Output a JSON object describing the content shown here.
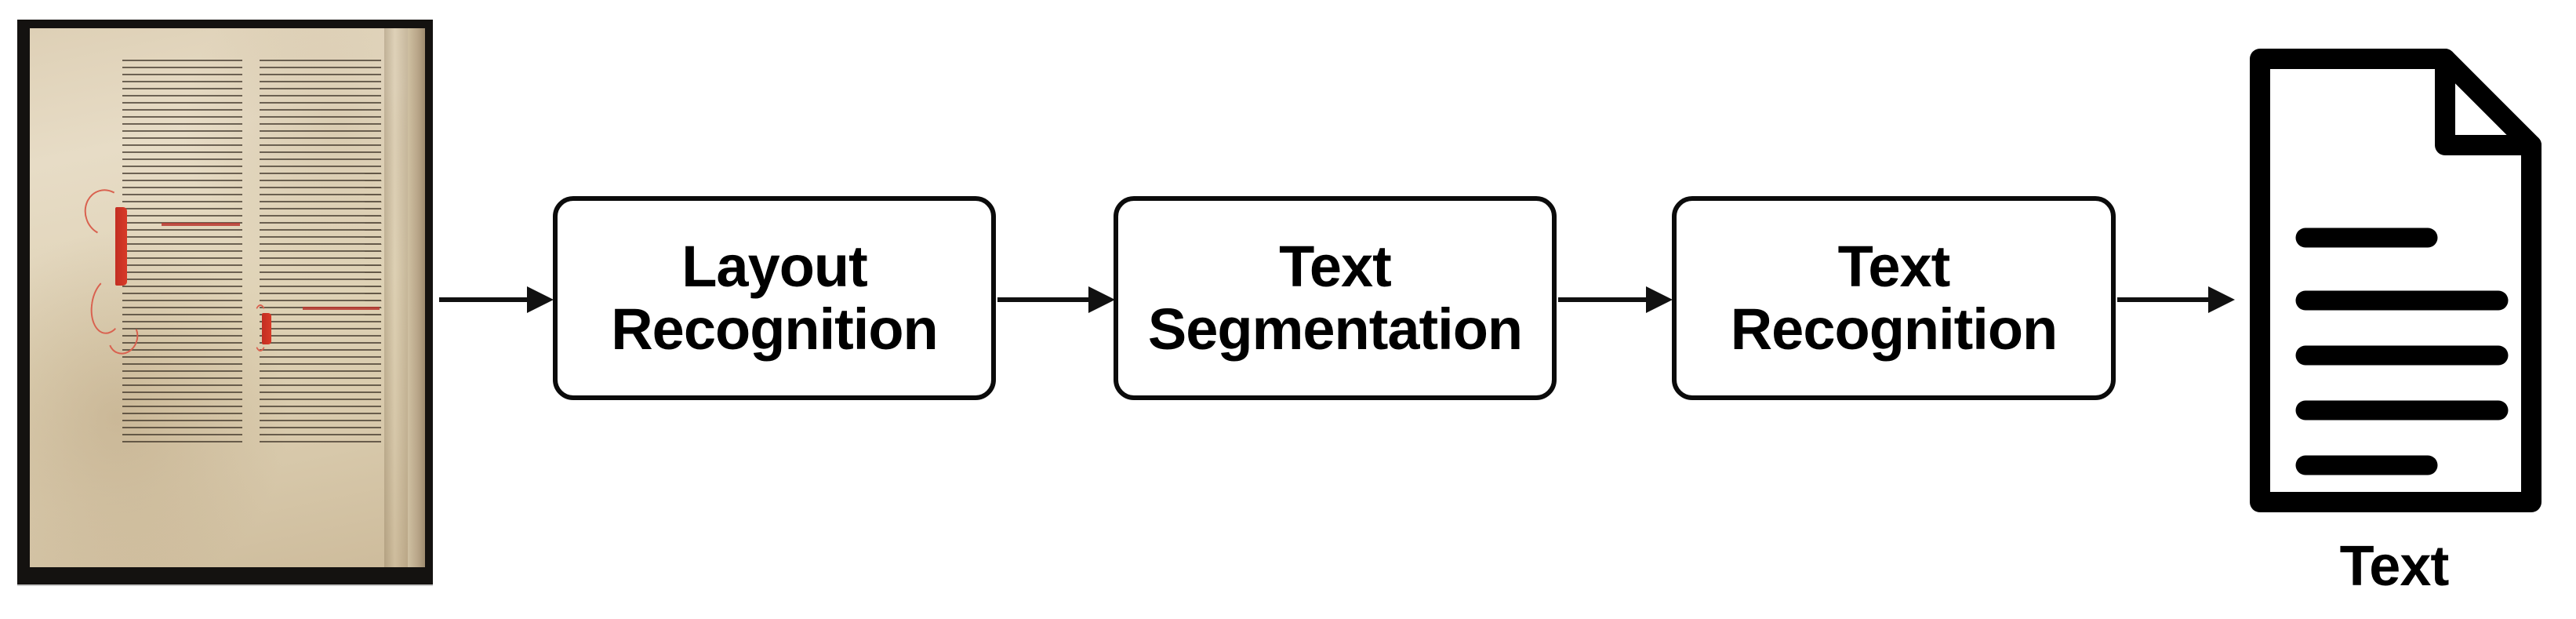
{
  "diagram": {
    "type": "pipeline-flowchart",
    "title": "",
    "input": {
      "name": "manuscript-page-image",
      "description": "Scanned medieval manuscript page with two text columns and red decorated initials"
    },
    "stages": [
      {
        "id": "layout-recognition",
        "label": "Layout\nRecognition"
      },
      {
        "id": "text-segmentation",
        "label": "Text\nSegmentation"
      },
      {
        "id": "text-recognition",
        "label": "Text\nRecognition"
      }
    ],
    "arrows": [
      {
        "from": "manuscript-page-image",
        "to": "layout-recognition"
      },
      {
        "from": "layout-recognition",
        "to": "text-segmentation"
      },
      {
        "from": "text-segmentation",
        "to": "text-recognition"
      },
      {
        "from": "text-recognition",
        "to": "text-output"
      }
    ],
    "output": {
      "id": "text-output",
      "icon": "document-icon",
      "caption": "Text",
      "line_widths_pct": [
        50,
        100,
        100,
        100,
        50
      ]
    },
    "colors": {
      "background": "#ffffff",
      "stroke": "#000000",
      "box_fill": "#ffffff",
      "manuscript_ink": "#2e241a",
      "manuscript_rubric": "#c22e22",
      "manuscript_parchment": "#ded0b6"
    }
  }
}
